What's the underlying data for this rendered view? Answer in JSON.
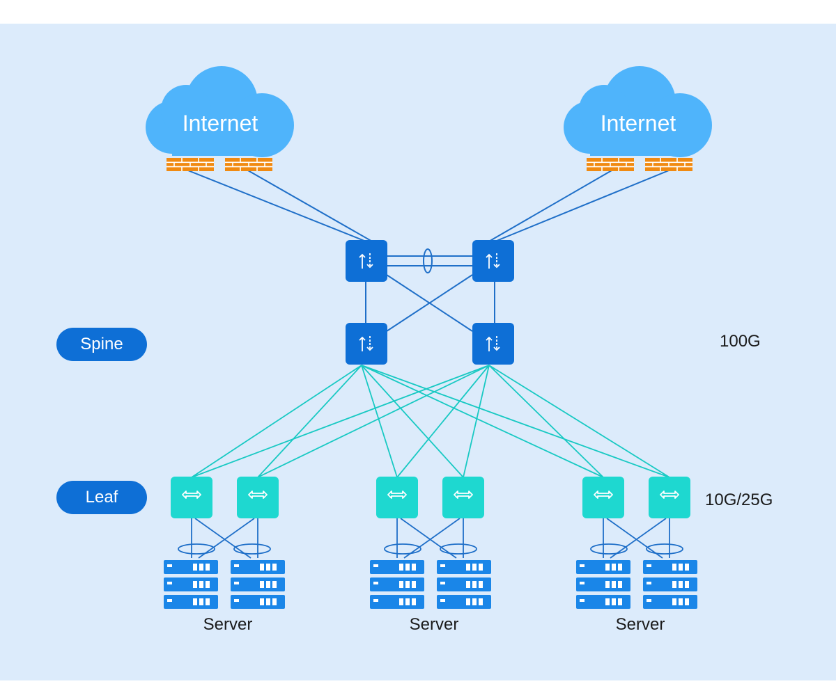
{
  "diagram": {
    "clouds": [
      {
        "label": "Internet"
      },
      {
        "label": "Internet"
      }
    ],
    "tiers": {
      "spine": {
        "label": "Spine",
        "speed": "100G"
      },
      "leaf": {
        "label": "Leaf",
        "speed": "10G/25G"
      }
    },
    "server_groups": [
      {
        "label": "Server"
      },
      {
        "label": "Server"
      },
      {
        "label": "Server"
      }
    ],
    "icons": {
      "cloud": "cloud-icon",
      "firewall": "firewall-icon",
      "spine_switch": "core-switch-icon",
      "leaf_switch": "access-switch-icon",
      "server": "server-rack-icon"
    },
    "colors": {
      "background": "#dcebfb",
      "cloud": "#4fb4fb",
      "firewall": "#f08a12",
      "spine_switch": "#0e6fd6",
      "leaf_switch": "#1ed8d0",
      "uplink": "#1f6fc8",
      "downlink": "#18c9c3",
      "server": "#1a86e8",
      "pill": "#0e6fd6"
    }
  }
}
